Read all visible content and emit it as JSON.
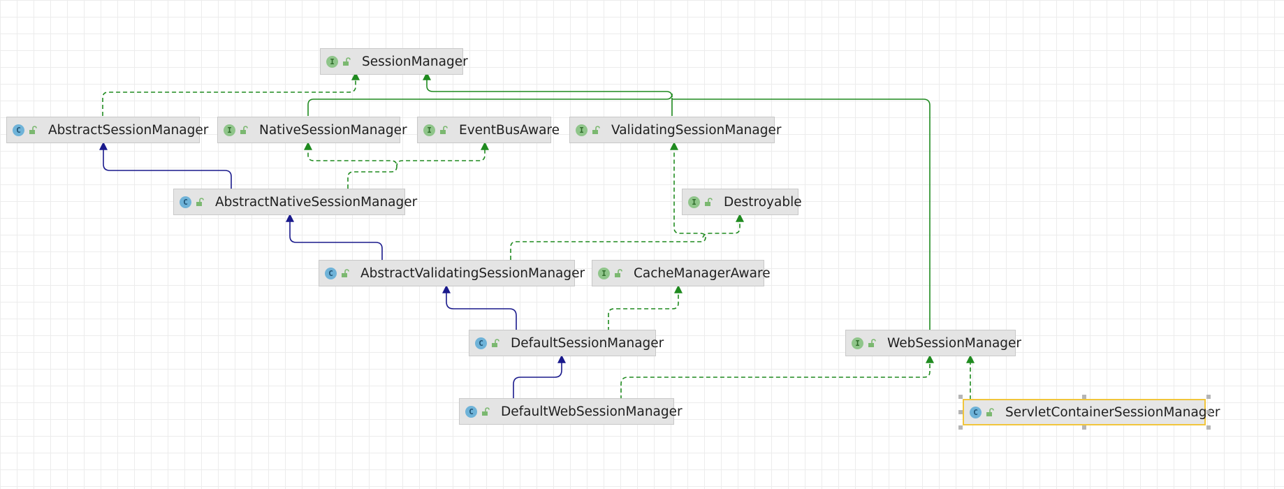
{
  "diagram": {
    "nodes": [
      {
        "id": "session-manager",
        "kind": "interface",
        "badge": "I",
        "label": "SessionManager"
      },
      {
        "id": "abstract-session-manager",
        "kind": "class",
        "badge": "C",
        "label": "AbstractSessionManager"
      },
      {
        "id": "native-session-manager",
        "kind": "interface",
        "badge": "I",
        "label": "NativeSessionManager"
      },
      {
        "id": "event-bus-aware",
        "kind": "interface",
        "badge": "I",
        "label": "EventBusAware"
      },
      {
        "id": "validating-session-manager",
        "kind": "interface",
        "badge": "I",
        "label": "ValidatingSessionManager"
      },
      {
        "id": "abstract-native-session-manager",
        "kind": "class",
        "badge": "C",
        "label": "AbstractNativeSessionManager"
      },
      {
        "id": "destroyable",
        "kind": "interface",
        "badge": "I",
        "label": "Destroyable"
      },
      {
        "id": "abstract-validating-session-manager",
        "kind": "class",
        "badge": "C",
        "label": "AbstractValidatingSessionManager"
      },
      {
        "id": "cache-manager-aware",
        "kind": "interface",
        "badge": "I",
        "label": "CacheManagerAware"
      },
      {
        "id": "default-session-manager",
        "kind": "class",
        "badge": "C",
        "label": "DefaultSessionManager"
      },
      {
        "id": "web-session-manager",
        "kind": "interface",
        "badge": "I",
        "label": "WebSessionManager"
      },
      {
        "id": "default-web-session-manager",
        "kind": "class",
        "badge": "C",
        "label": "DefaultWebSessionManager"
      },
      {
        "id": "servlet-container-session-manager",
        "kind": "class",
        "badge": "C",
        "label": "ServletContainerSessionManager",
        "selected": true
      }
    ],
    "edges": [
      {
        "from": "abstract-session-manager",
        "to": "session-manager",
        "relation": "implements"
      },
      {
        "from": "native-session-manager",
        "to": "session-manager",
        "relation": "extends-interface"
      },
      {
        "from": "validating-session-manager",
        "to": "session-manager",
        "relation": "extends-interface"
      },
      {
        "from": "web-session-manager",
        "to": "session-manager",
        "relation": "extends-interface"
      },
      {
        "from": "abstract-native-session-manager",
        "to": "abstract-session-manager",
        "relation": "extends"
      },
      {
        "from": "abstract-native-session-manager",
        "to": "native-session-manager",
        "relation": "implements"
      },
      {
        "from": "abstract-native-session-manager",
        "to": "event-bus-aware",
        "relation": "implements"
      },
      {
        "from": "abstract-validating-session-manager",
        "to": "abstract-native-session-manager",
        "relation": "extends"
      },
      {
        "from": "abstract-validating-session-manager",
        "to": "validating-session-manager",
        "relation": "implements"
      },
      {
        "from": "abstract-validating-session-manager",
        "to": "destroyable",
        "relation": "implements"
      },
      {
        "from": "default-session-manager",
        "to": "abstract-validating-session-manager",
        "relation": "extends"
      },
      {
        "from": "default-session-manager",
        "to": "cache-manager-aware",
        "relation": "implements"
      },
      {
        "from": "default-web-session-manager",
        "to": "default-session-manager",
        "relation": "extends"
      },
      {
        "from": "default-web-session-manager",
        "to": "web-session-manager",
        "relation": "implements"
      },
      {
        "from": "servlet-container-session-manager",
        "to": "web-session-manager",
        "relation": "implements"
      }
    ],
    "colors": {
      "extends": "#1a1a8c",
      "implements": "#1f8a1f",
      "extends-interface": "#1f8a1f",
      "node_fill": "#e4e4e4",
      "selection": "#f1c53b"
    }
  }
}
